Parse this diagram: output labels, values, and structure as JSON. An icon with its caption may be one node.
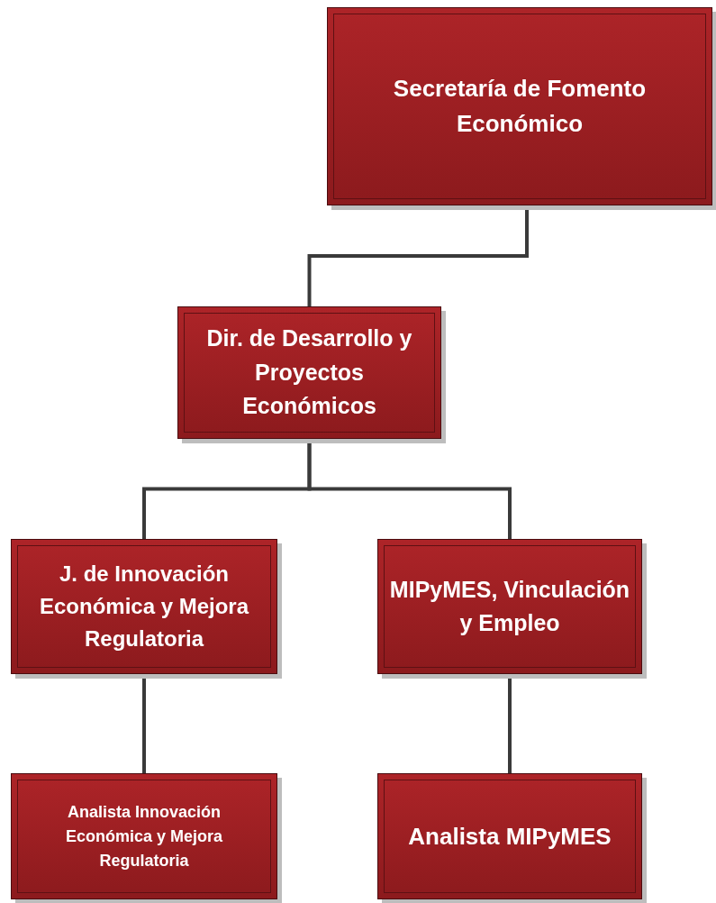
{
  "diagram": {
    "nodes": [
      {
        "text": [
          "Secretaría de Fomento Económico"
        ]
      },
      {
        "text": [
          "Dir. de Desarrollo y Proyectos Económicos"
        ]
      },
      {
        "text": [
          "J. de Innovación Económica y Mejora Regulatoria"
        ]
      },
      {
        "text": [
          "MIPyMES, Vinculación y Empleo"
        ]
      },
      {
        "text": [
          "Analista Innovación Económica y Mejora Regulatoria"
        ]
      },
      {
        "text": [
          "Analista MIPyMES"
        ]
      }
    ],
    "edges": [
      {
        "from": 0,
        "to": 1,
        "arrow": "none"
      },
      {
        "from": 1,
        "to": 2,
        "arrow": "none"
      },
      {
        "from": 1,
        "to": 3,
        "arrow": "none"
      },
      {
        "from": 2,
        "to": 4,
        "arrow": "none"
      },
      {
        "from": 3,
        "to": 5,
        "arrow": "none"
      }
    ]
  }
}
